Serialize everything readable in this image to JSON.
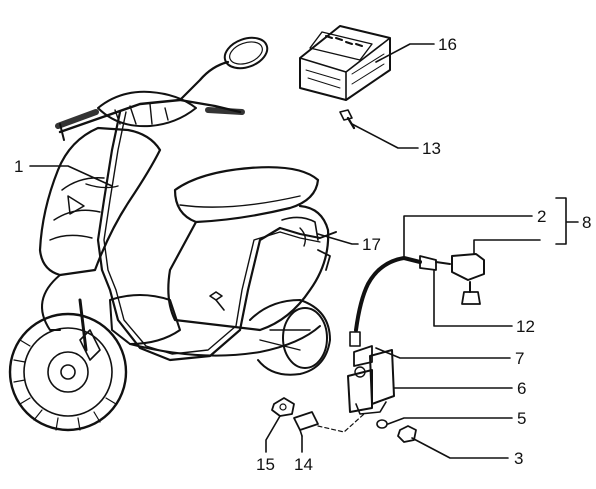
{
  "diagram": {
    "callouts": [
      {
        "id": "c1",
        "label": "1"
      },
      {
        "id": "c2",
        "label": "2"
      },
      {
        "id": "c3",
        "label": "3"
      },
      {
        "id": "c5",
        "label": "5"
      },
      {
        "id": "c6",
        "label": "6"
      },
      {
        "id": "c7",
        "label": "7"
      },
      {
        "id": "c8",
        "label": "8"
      },
      {
        "id": "c12",
        "label": "12"
      },
      {
        "id": "c13",
        "label": "13"
      },
      {
        "id": "c14",
        "label": "14"
      },
      {
        "id": "c15",
        "label": "15"
      },
      {
        "id": "c16",
        "label": "16"
      },
      {
        "id": "c17",
        "label": "17"
      }
    ]
  }
}
